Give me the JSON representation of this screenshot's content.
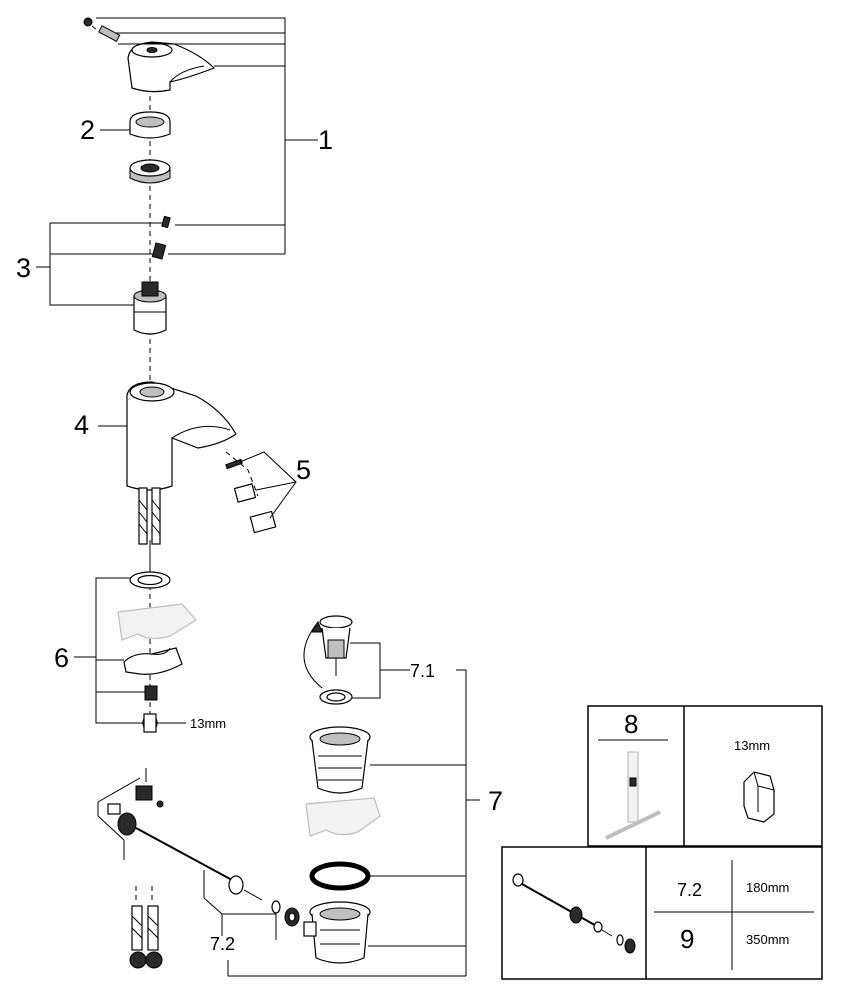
{
  "callouts": {
    "c1": "1",
    "c2": "2",
    "c3": "3",
    "c4": "4",
    "c5": "5",
    "c6": "6",
    "c6_size": "13mm",
    "c7": "7",
    "c7_1": "7.1",
    "c7_2": "7.2"
  },
  "inset_tool": {
    "number": "8",
    "size": "13mm"
  },
  "inset_rod": {
    "row1_label": "7.2",
    "row1_value": "180mm",
    "row2_label": "9",
    "row2_value": "350mm"
  }
}
